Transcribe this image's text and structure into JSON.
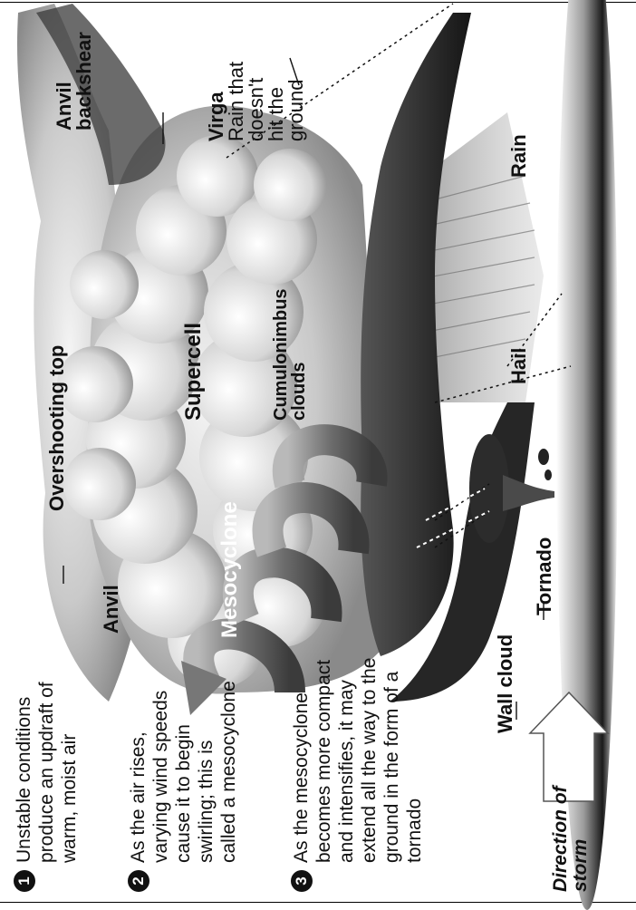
{
  "labels": {
    "anvil_backshear": [
      "Anvil",
      "backshear"
    ],
    "virga_title": "Virga",
    "virga_desc": [
      "Rain that",
      "doesn't",
      "hit the",
      "ground"
    ],
    "rain": "Rain",
    "overshooting_top": "Overshooting top",
    "supercell": "Supercell",
    "cumulonimbus": [
      "Cumulonimbus",
      "clouds"
    ],
    "hail": "Hail",
    "mesocyclone": "Mesocyclone",
    "anvil": "Anvil",
    "wall_cloud": "Wall cloud",
    "tornado": "Tornado",
    "direction": [
      "Direction of",
      "storm"
    ]
  },
  "steps": [
    {
      "number": "1",
      "lines": [
        "Unstable conditions",
        "produce an updraft of",
        "warm, moist air"
      ]
    },
    {
      "number": "2",
      "lines": [
        "As the air rises,",
        "varying wind speeds",
        "cause it to begin",
        "swirling; this is",
        "called a mesocyclone"
      ]
    },
    {
      "number": "3",
      "lines": [
        "As the mesocyclone",
        "becomes more compact",
        "and intensifies, it may",
        "extend all the way to the",
        "ground in the form of a",
        "tornado"
      ]
    }
  ]
}
